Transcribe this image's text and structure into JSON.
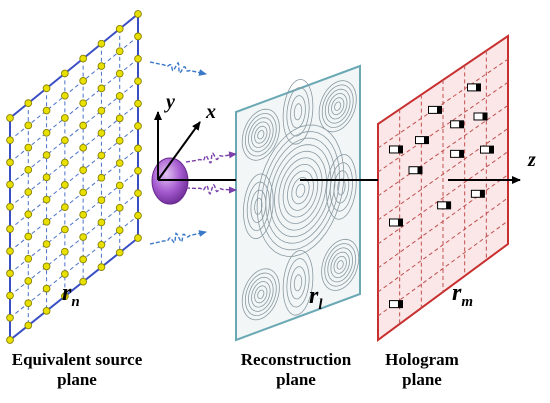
{
  "axes": {
    "x": "x",
    "y": "y",
    "z": "z"
  },
  "planes": {
    "source": {
      "symbol": "r",
      "subscript": "n",
      "caption_line1": "Equivalent source",
      "caption_line2": "plane"
    },
    "reconstruction": {
      "symbol": "r",
      "subscript": "l",
      "caption_line1": "Reconstruction",
      "caption_line2": "plane"
    },
    "hologram": {
      "symbol": "r",
      "subscript": "m",
      "caption_line1": "Hologram",
      "caption_line2": "plane"
    }
  },
  "colors": {
    "source_frame": "#3a4fc4",
    "source_grid": "#4a72c8",
    "source_dot": "#e8e000",
    "reconstruction_frame": "#6aa9b4",
    "reconstruction_fill": "#f2f6f7",
    "hologram_frame": "#c83030",
    "hologram_fill": "#fbe7e7",
    "source_blob": "#9b4fc0",
    "wave_purple": "#7a3fa8",
    "wave_blue": "#3a78c8"
  }
}
